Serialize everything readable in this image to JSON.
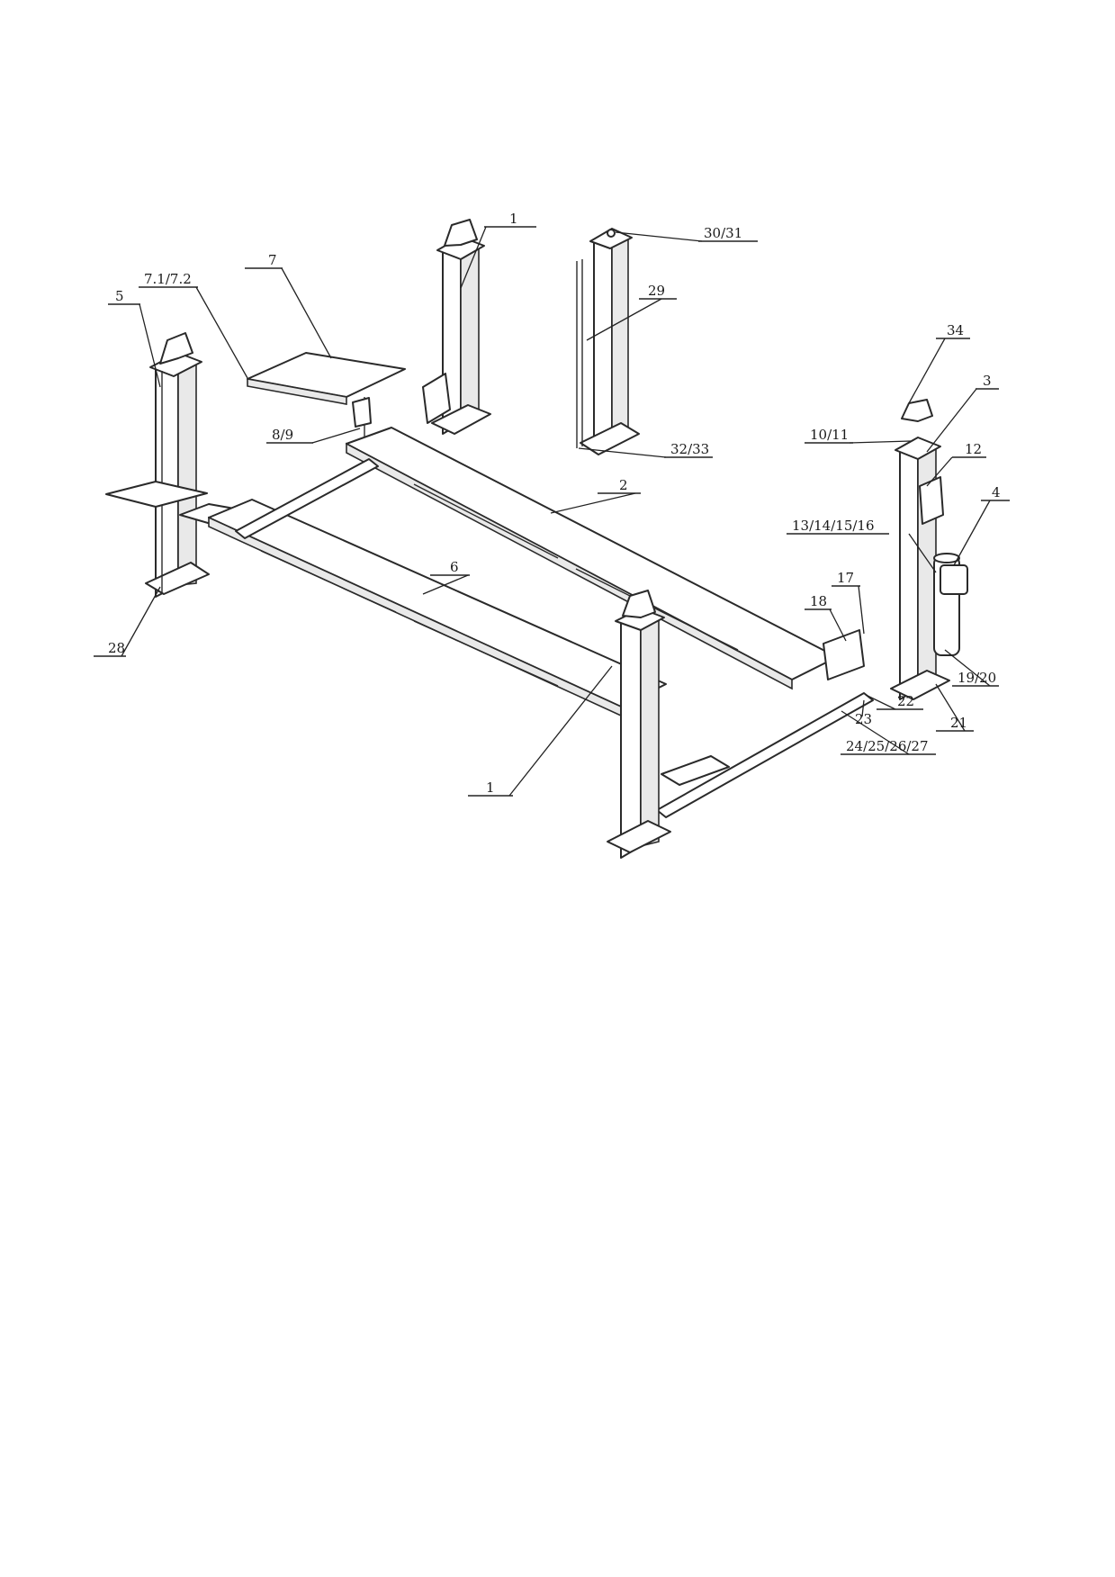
{
  "callouts": [
    {
      "label": "1"
    },
    {
      "label": "30/31"
    },
    {
      "label": "7.1/7.2"
    },
    {
      "label": "7"
    },
    {
      "label": "5"
    },
    {
      "label": "29"
    },
    {
      "label": "34"
    },
    {
      "label": "3"
    },
    {
      "label": "10/11"
    },
    {
      "label": "12"
    },
    {
      "label": "8/9"
    },
    {
      "label": "32/33"
    },
    {
      "label": "2"
    },
    {
      "label": "4"
    },
    {
      "label": "13/14/15/16"
    },
    {
      "label": "6"
    },
    {
      "label": "17"
    },
    {
      "label": "18"
    },
    {
      "label": "28"
    },
    {
      "label": "19/20"
    },
    {
      "label": "22"
    },
    {
      "label": "23"
    },
    {
      "label": "21"
    },
    {
      "label": "24/25/26/27"
    },
    {
      "label": "1"
    }
  ]
}
